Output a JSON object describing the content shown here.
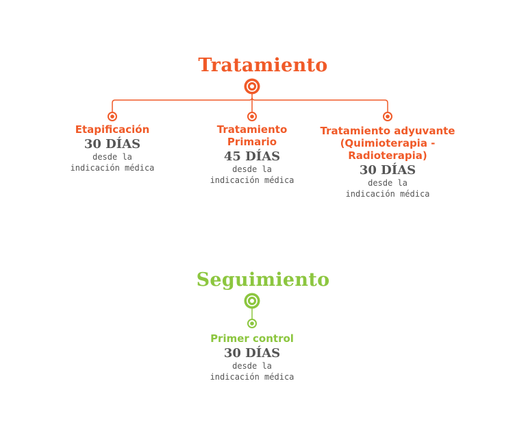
{
  "colors": {
    "tratamiento": "#f05a28",
    "seguimiento": "#8cc63f",
    "text": "#555555"
  },
  "tratamiento": {
    "title": "Tratamiento",
    "nodes": [
      {
        "title_lines": [
          "Etapificación"
        ],
        "days": "30 DÍAS",
        "sub_lines": [
          "desde la",
          "indicación médica"
        ]
      },
      {
        "title_lines": [
          "Tratamiento",
          "Primario"
        ],
        "days": "45 DÍAS",
        "sub_lines": [
          "desde la",
          "indicación médica"
        ]
      },
      {
        "title_lines": [
          "Tratamiento adyuvante",
          "(Quimioterapia -",
          "Radioterapia)"
        ],
        "days": "30 DÍAS",
        "sub_lines": [
          "desde la",
          "indicación médica"
        ]
      }
    ]
  },
  "seguimiento": {
    "title": "Seguimiento",
    "nodes": [
      {
        "title_lines": [
          "Primer control"
        ],
        "days": "30 DÍAS",
        "sub_lines": [
          "desde la",
          "indicación médica"
        ]
      }
    ]
  }
}
